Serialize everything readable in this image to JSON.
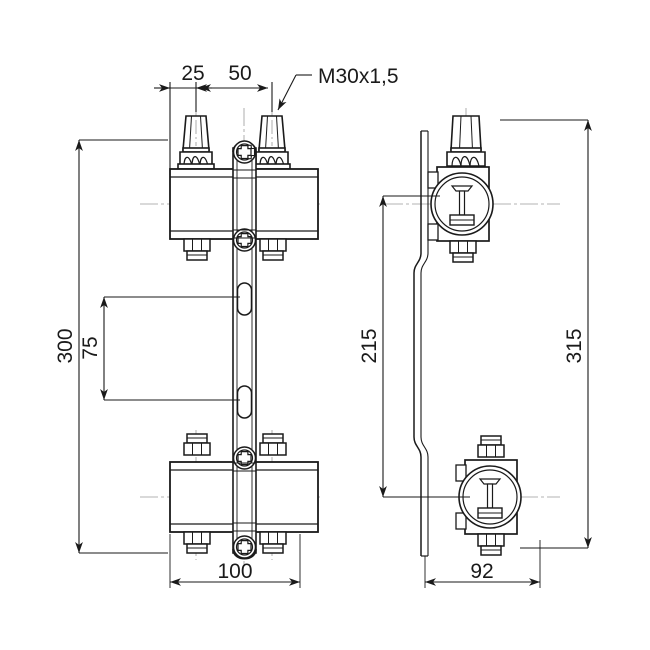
{
  "drawing": {
    "type": "technical-dimensioned-drawing",
    "subject": "heating manifold assembly",
    "views": [
      {
        "name": "front-view",
        "label": ""
      },
      {
        "name": "side-view",
        "label": ""
      }
    ],
    "background_color": "#ffffff",
    "line_color": "#1a1a1a",
    "centerline_color": "#9a9a9a",
    "thin_line_color": "#333333"
  },
  "dimensions": {
    "top": [
      {
        "name": "dim-25",
        "value": "25",
        "orientation": "horizontal"
      },
      {
        "name": "dim-50",
        "value": "50",
        "orientation": "horizontal"
      }
    ],
    "left": [
      {
        "name": "dim-300",
        "value": "300",
        "orientation": "vertical"
      },
      {
        "name": "dim-75",
        "value": "75",
        "orientation": "vertical"
      }
    ],
    "right": [
      {
        "name": "dim-215",
        "value": "215",
        "orientation": "vertical"
      },
      {
        "name": "dim-315",
        "value": "315",
        "orientation": "vertical"
      }
    ],
    "bottom": [
      {
        "name": "dim-100",
        "value": "100",
        "orientation": "horizontal"
      },
      {
        "name": "dim-92",
        "value": "92",
        "orientation": "horizontal"
      }
    ]
  },
  "annotations": [
    {
      "name": "thread-callout",
      "value": "M30x1,5",
      "leader": true
    }
  ]
}
